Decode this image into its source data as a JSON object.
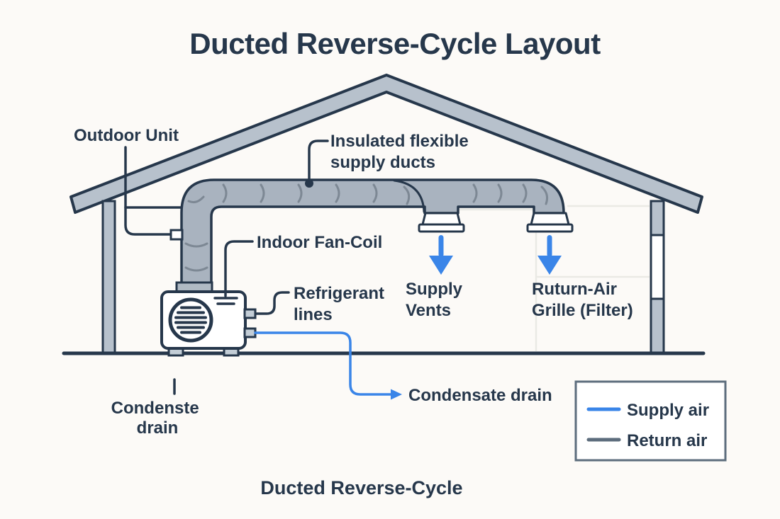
{
  "title": "Ducted Reverse-Cycle Layout",
  "caption": "Ducted Reverse-Cycle",
  "labels": {
    "outdoor_unit": "Outdoor Unit",
    "supply_ducts": {
      "line1": "Insulated flexible",
      "line2": "supply ducts"
    },
    "indoor_fan_coil": "Indoor Fan-Coil",
    "refrigerant_lines": {
      "line1": "Refrigerant",
      "line2": "lines"
    },
    "supply_vents": {
      "line1": "Supply",
      "line2": "Vents"
    },
    "return_air_grille": {
      "line1": "Ruturn-Air",
      "line2": "Grille (Filter)"
    },
    "condensate_drain_arrow": "Condensate drain",
    "condensate_drain_left": {
      "line1": "Condenste",
      "line2": "drain"
    }
  },
  "legend": {
    "items": [
      {
        "label": "Supply air",
        "color": "#3a85e8"
      },
      {
        "label": "Return air",
        "color": "#5c6c7c"
      }
    ]
  },
  "colors": {
    "ink": "#26374b",
    "background": "#fcfaf7",
    "roof_wall_fill": "#b7c1cc",
    "duct_fill": "#a9b3bf",
    "duct_segment_mark": "#7d8894",
    "supply_air_blue": "#3a85e8",
    "return_air_gray": "#5c6c7c",
    "legend_border": "#5d6d7d"
  }
}
